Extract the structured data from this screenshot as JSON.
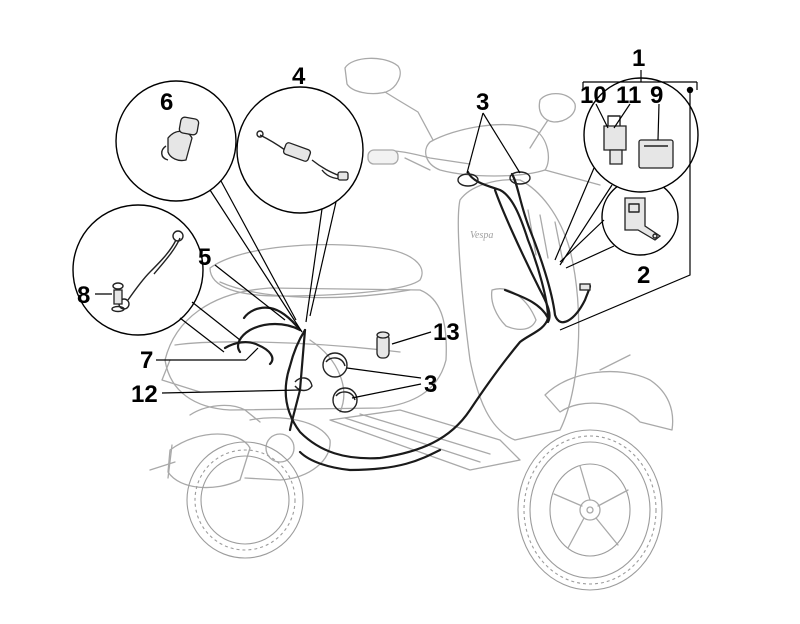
{
  "callouts": {
    "c1": "1",
    "c2": "2",
    "c3a": "3",
    "c3b": "3",
    "c4": "4",
    "c5": "5",
    "c6": "6",
    "c7": "7",
    "c8": "8",
    "c9": "9",
    "c10": "10",
    "c11": "11",
    "c12": "12",
    "c13": "13"
  }
}
